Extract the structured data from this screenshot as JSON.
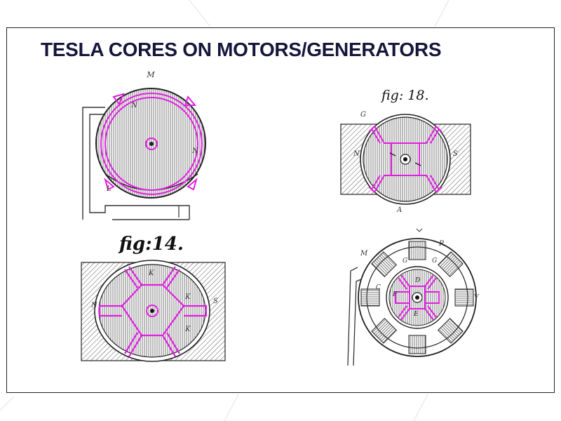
{
  "title": "TESLA CORES ON MOTORS/GENERATORS",
  "colors": {
    "overlay": "#e020e0",
    "ink": "#222222",
    "title": "#15163a"
  },
  "figures": {
    "fig1": {
      "labels": {
        "m": "M",
        "n": "N",
        "nr": "N",
        "l": "L"
      }
    },
    "fig18": {
      "caption": "fig: 18.",
      "labels": {
        "g": "G",
        "n": "N",
        "s": "S",
        "a": "A"
      }
    },
    "fig14": {
      "caption": "fig:14.",
      "labels": {
        "k": "K",
        "n": "N",
        "s": "S",
        "k2": "K",
        "k3": "K"
      }
    },
    "fig4": {
      "labels": {
        "m": "M",
        "r": "R",
        "d": "D",
        "g": "G",
        "g2": "G",
        "f": "F",
        "e": "E",
        "v": "V",
        "c": "C"
      }
    }
  }
}
